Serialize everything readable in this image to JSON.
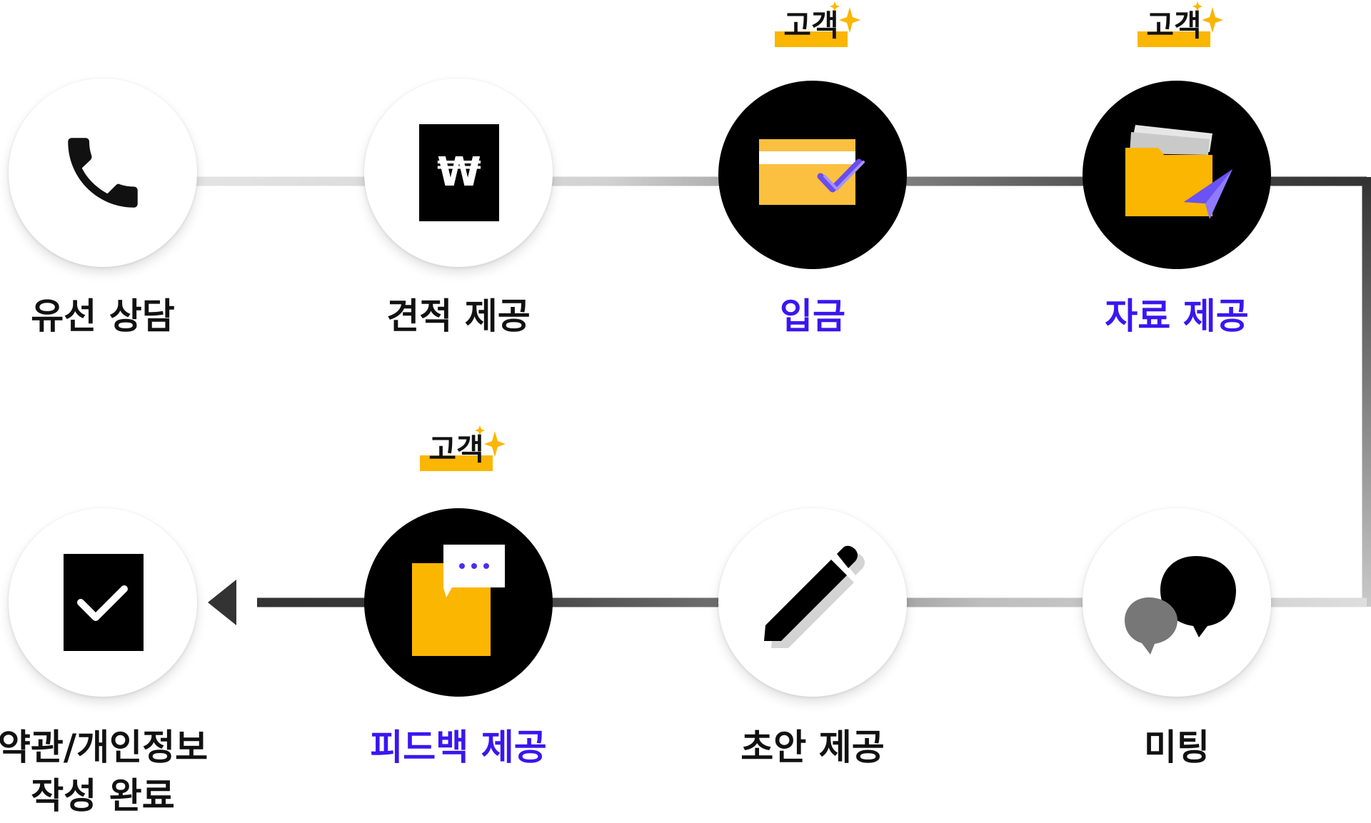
{
  "steps": [
    {
      "label_lines": [
        "유선 상담"
      ],
      "icon": "phone-icon",
      "style": "light"
    },
    {
      "label_lines": [
        "견적 제공"
      ],
      "icon": "won-document-icon",
      "style": "light"
    },
    {
      "label_lines": [
        "입금"
      ],
      "icon": "card-check-icon",
      "style": "dark",
      "accent": true,
      "badge": "고객"
    },
    {
      "label_lines": [
        "자료 제공"
      ],
      "icon": "folder-send-icon",
      "style": "dark",
      "accent": true,
      "badge": "고객"
    },
    {
      "label_lines": [
        "미팅"
      ],
      "icon": "chat-bubbles-icon",
      "style": "light"
    },
    {
      "label_lines": [
        "초안 제공"
      ],
      "icon": "pencil-icon",
      "style": "light"
    },
    {
      "label_lines": [
        "피드백 제공"
      ],
      "icon": "feedback-document-icon",
      "style": "dark",
      "accent": true,
      "badge": "고객"
    },
    {
      "label_lines": [
        "약관/개인정보",
        "작성 완료"
      ],
      "icon": "check-document-icon",
      "style": "light"
    }
  ],
  "colors": {
    "accent_text": "#3a16f0",
    "badge_highlight": "#fbb601",
    "icon_yellow": "#fbb601",
    "dark_circle": "#000000"
  }
}
